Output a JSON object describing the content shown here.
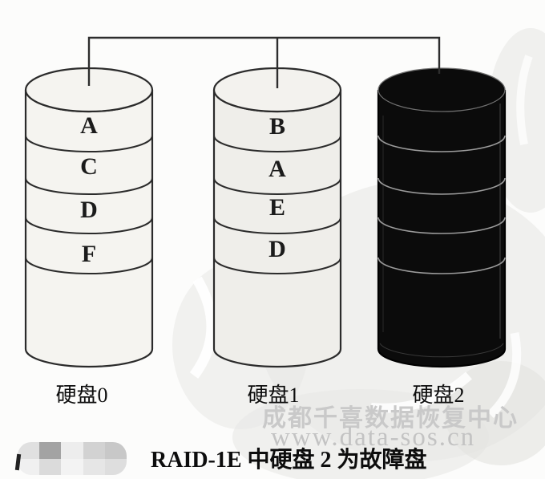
{
  "figure": {
    "caption": "RAID-1E 中硬盘 2 为故障盘"
  },
  "disks": [
    {
      "name": "硬盘0",
      "failed": false,
      "segments": [
        "A",
        "C",
        "D",
        "F"
      ]
    },
    {
      "name": "硬盘1",
      "failed": false,
      "segments": [
        "B",
        "A",
        "E",
        "D"
      ]
    },
    {
      "name": "硬盘2",
      "failed": true,
      "segments": []
    }
  ],
  "watermark": {
    "company": "成都千喜数据恢复中心",
    "website": "www.data-sos.cn"
  },
  "colors": {
    "outline": "#2b2b2b",
    "disk_fill": "#f5f4f0",
    "failed_disk_fill": "#0b0b0b",
    "failed_disk_divider": "#9c9c9c",
    "watermark_gray": "#c6c6c6"
  }
}
